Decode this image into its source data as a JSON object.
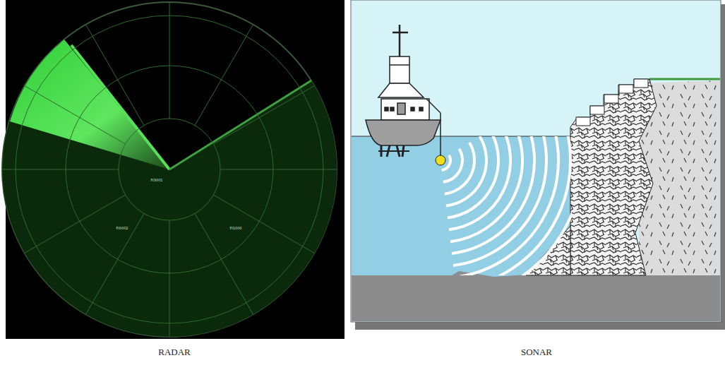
{
  "diagram": {
    "labels": [
      "FI3001",
      "FI0002",
      "FI1000",
      "RADAR",
      "SONAR"
    ]
  }
}
